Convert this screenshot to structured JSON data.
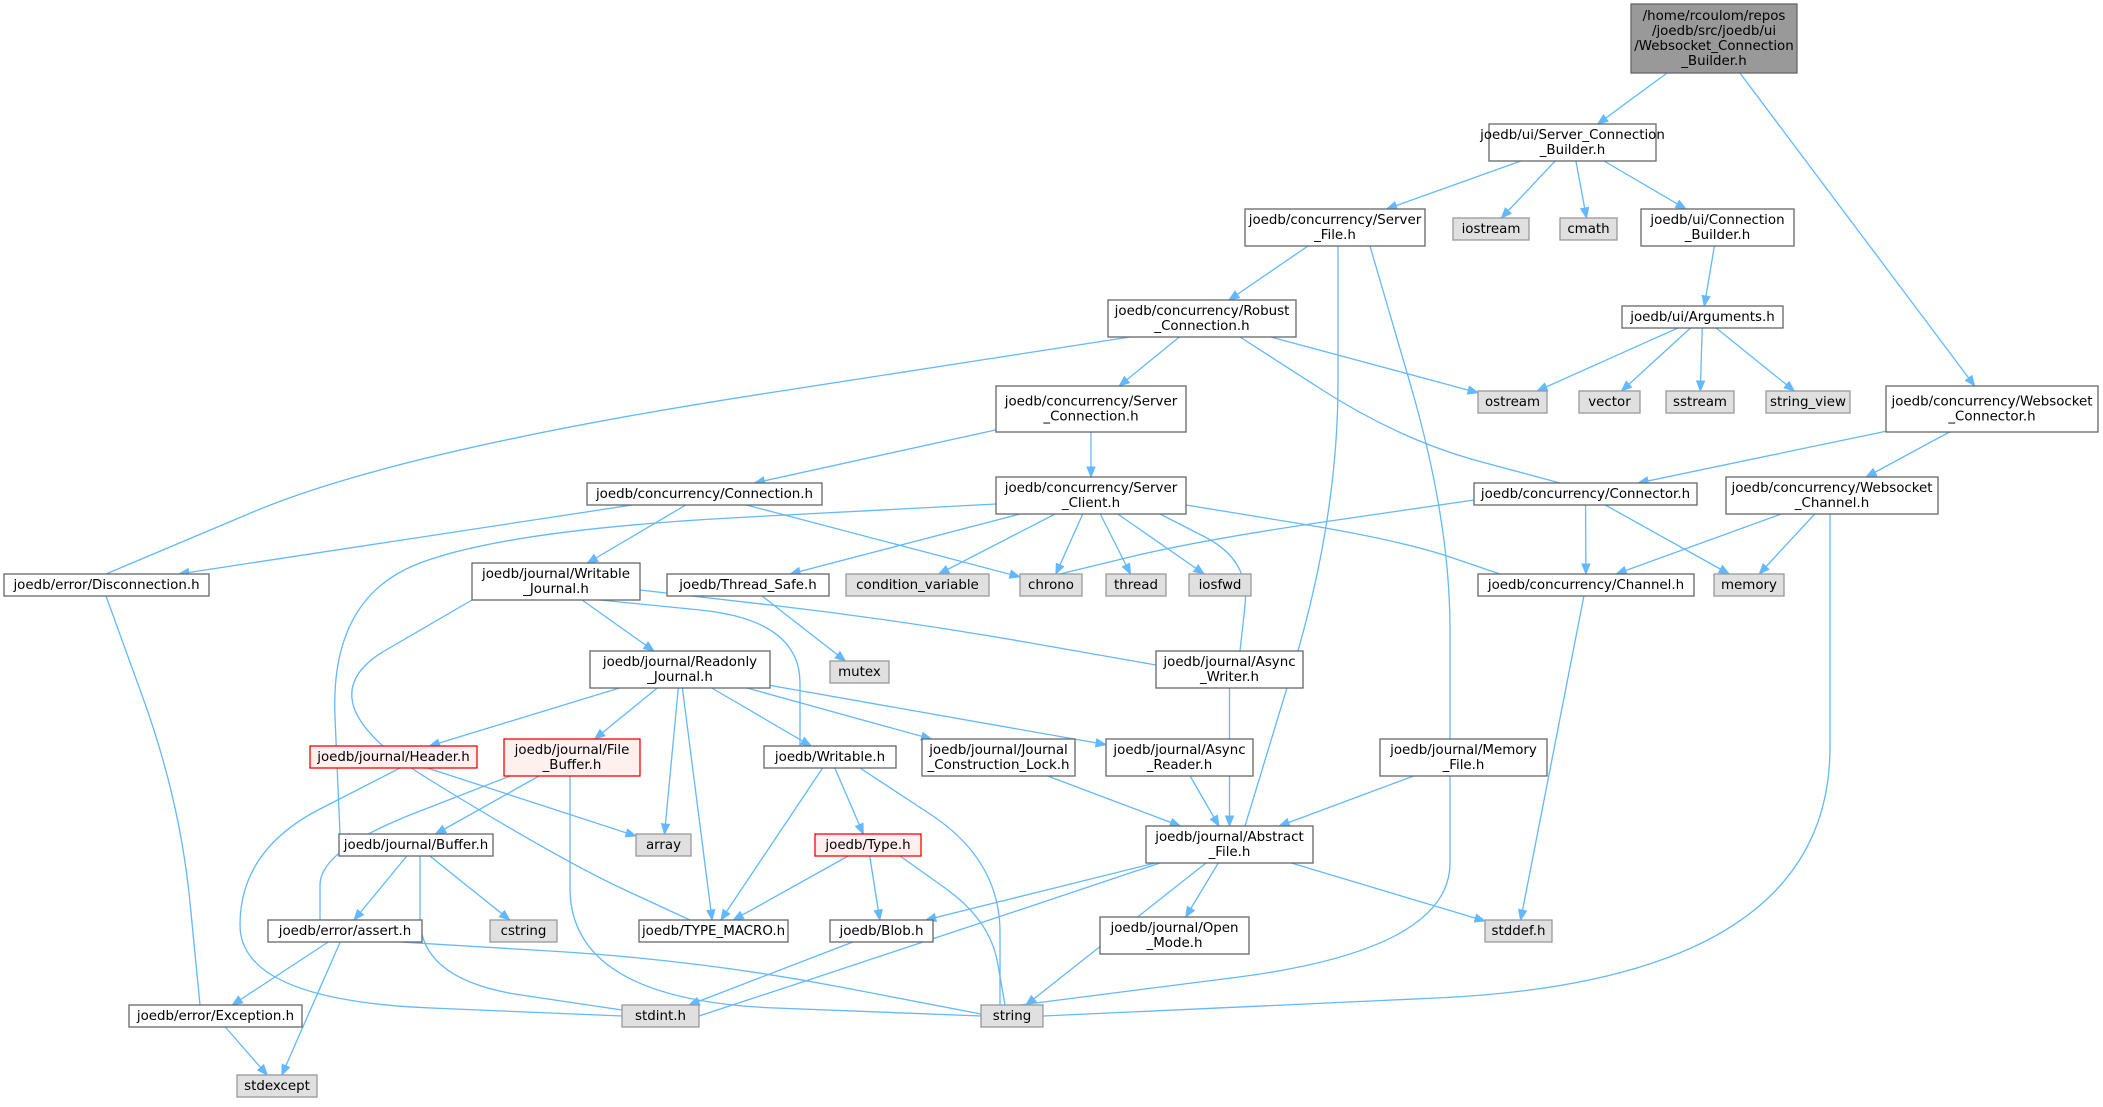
{
  "title": "/home/rcoulom/repos/joedb/src/joedb/ui/Websocket_Connection_Builder.h",
  "colors": {
    "root_fill": "#999999",
    "file_fill": "#ffffff",
    "system_fill": "#e0e0e0",
    "incomplete_fill": "#fff0f0",
    "incomplete_border": "#ff0000",
    "border": "#666666",
    "edge": "#63b8ff"
  },
  "nodes": [
    {
      "id": "root",
      "kind": "root",
      "lines": [
        "/home/rcoulom/repos",
        "/joedb/src/joedb/ui",
        "/Websocket_Connection",
        "_Builder.h"
      ]
    },
    {
      "id": "server_connection_builder",
      "kind": "file",
      "lines": [
        "joedb/ui/Server_Connection",
        "_Builder.h"
      ]
    },
    {
      "id": "websocket_connector",
      "kind": "file",
      "lines": [
        "joedb/concurrency/Websocket",
        "_Connector.h"
      ]
    },
    {
      "id": "server_file",
      "kind": "file",
      "lines": [
        "joedb/concurrency/Server",
        "_File.h"
      ]
    },
    {
      "id": "iostream",
      "kind": "system",
      "lines": [
        "iostream"
      ]
    },
    {
      "id": "cmath",
      "kind": "system",
      "lines": [
        "cmath"
      ]
    },
    {
      "id": "connection_builder",
      "kind": "file",
      "lines": [
        "joedb/ui/Connection",
        "_Builder.h"
      ]
    },
    {
      "id": "arguments",
      "kind": "file",
      "lines": [
        "joedb/ui/Arguments.h"
      ]
    },
    {
      "id": "robust_connection",
      "kind": "file",
      "lines": [
        "joedb/concurrency/Robust",
        "_Connection.h"
      ]
    },
    {
      "id": "ostream",
      "kind": "system",
      "lines": [
        "ostream"
      ]
    },
    {
      "id": "vector",
      "kind": "system",
      "lines": [
        "vector"
      ]
    },
    {
      "id": "sstream",
      "kind": "system",
      "lines": [
        "sstream"
      ]
    },
    {
      "id": "string_view",
      "kind": "system",
      "lines": [
        "string_view"
      ]
    },
    {
      "id": "server_connection",
      "kind": "file",
      "lines": [
        "joedb/concurrency/Server",
        "_Connection.h"
      ]
    },
    {
      "id": "connector",
      "kind": "file",
      "lines": [
        "joedb/concurrency/Connector.h"
      ]
    },
    {
      "id": "websocket_channel",
      "kind": "file",
      "lines": [
        "joedb/concurrency/Websocket",
        "_Channel.h"
      ]
    },
    {
      "id": "connection",
      "kind": "file",
      "lines": [
        "joedb/concurrency/Connection.h"
      ]
    },
    {
      "id": "server_client",
      "kind": "file",
      "lines": [
        "joedb/concurrency/Server",
        "_Client.h"
      ]
    },
    {
      "id": "disconnection",
      "kind": "file",
      "lines": [
        "joedb/error/Disconnection.h"
      ]
    },
    {
      "id": "writable_journal",
      "kind": "file",
      "lines": [
        "joedb/journal/Writable",
        "_Journal.h"
      ]
    },
    {
      "id": "thread_safe",
      "kind": "file",
      "lines": [
        "joedb/Thread_Safe.h"
      ]
    },
    {
      "id": "condition_variable",
      "kind": "system",
      "lines": [
        "condition_variable"
      ]
    },
    {
      "id": "chrono",
      "kind": "system",
      "lines": [
        "chrono"
      ]
    },
    {
      "id": "thread",
      "kind": "system",
      "lines": [
        "thread"
      ]
    },
    {
      "id": "iosfwd",
      "kind": "system",
      "lines": [
        "iosfwd"
      ]
    },
    {
      "id": "channel",
      "kind": "file",
      "lines": [
        "joedb/concurrency/Channel.h"
      ]
    },
    {
      "id": "memory",
      "kind": "system",
      "lines": [
        "memory"
      ]
    },
    {
      "id": "mutex",
      "kind": "system",
      "lines": [
        "mutex"
      ]
    },
    {
      "id": "readonly_journal",
      "kind": "file",
      "lines": [
        "joedb/journal/Readonly",
        "_Journal.h"
      ]
    },
    {
      "id": "async_writer",
      "kind": "file",
      "lines": [
        "joedb/journal/Async",
        "_Writer.h"
      ]
    },
    {
      "id": "header",
      "kind": "incomplete",
      "lines": [
        "joedb/journal/Header.h"
      ]
    },
    {
      "id": "file_buffer",
      "kind": "incomplete",
      "lines": [
        "joedb/journal/File",
        "_Buffer.h"
      ]
    },
    {
      "id": "writable",
      "kind": "file",
      "lines": [
        "joedb/Writable.h"
      ]
    },
    {
      "id": "construction_lock",
      "kind": "file",
      "lines": [
        "joedb/journal/Journal",
        "_Construction_Lock.h"
      ]
    },
    {
      "id": "async_reader",
      "kind": "file",
      "lines": [
        "joedb/journal/Async",
        "_Reader.h"
      ]
    },
    {
      "id": "memory_file",
      "kind": "file",
      "lines": [
        "joedb/journal/Memory",
        "_File.h"
      ]
    },
    {
      "id": "array",
      "kind": "system",
      "lines": [
        "array"
      ]
    },
    {
      "id": "buffer",
      "kind": "file",
      "lines": [
        "joedb/journal/Buffer.h"
      ]
    },
    {
      "id": "type",
      "kind": "incomplete",
      "lines": [
        "joedb/Type.h"
      ]
    },
    {
      "id": "abstract_file",
      "kind": "file",
      "lines": [
        "joedb/journal/Abstract",
        "_File.h"
      ]
    },
    {
      "id": "cstring",
      "kind": "system",
      "lines": [
        "cstring"
      ]
    },
    {
      "id": "assert",
      "kind": "file",
      "lines": [
        "joedb/error/assert.h"
      ]
    },
    {
      "id": "type_macro",
      "kind": "file",
      "lines": [
        "joedb/TYPE_MACRO.h"
      ]
    },
    {
      "id": "blob",
      "kind": "file",
      "lines": [
        "joedb/Blob.h"
      ]
    },
    {
      "id": "open_mode",
      "kind": "file",
      "lines": [
        "joedb/journal/Open",
        "_Mode.h"
      ]
    },
    {
      "id": "stddef",
      "kind": "system",
      "lines": [
        "stddef.h"
      ]
    },
    {
      "id": "exception",
      "kind": "file",
      "lines": [
        "joedb/error/Exception.h"
      ]
    },
    {
      "id": "stdint",
      "kind": "system",
      "lines": [
        "stdint.h"
      ]
    },
    {
      "id": "string",
      "kind": "system",
      "lines": [
        "string"
      ]
    },
    {
      "id": "stdexcept",
      "kind": "system",
      "lines": [
        "stdexcept"
      ]
    }
  ],
  "edges": [
    [
      "root",
      "server_connection_builder"
    ],
    [
      "root",
      "websocket_connector"
    ],
    [
      "server_connection_builder",
      "server_file"
    ],
    [
      "server_connection_builder",
      "iostream"
    ],
    [
      "server_connection_builder",
      "cmath"
    ],
    [
      "server_connection_builder",
      "connection_builder"
    ],
    [
      "connection_builder",
      "arguments"
    ],
    [
      "arguments",
      "ostream"
    ],
    [
      "arguments",
      "vector"
    ],
    [
      "arguments",
      "sstream"
    ],
    [
      "arguments",
      "string_view"
    ],
    [
      "server_file",
      "robust_connection"
    ],
    [
      "server_file",
      "abstract_file"
    ],
    [
      "server_file",
      "memory_file"
    ],
    [
      "robust_connection",
      "server_connection"
    ],
    [
      "robust_connection",
      "ostream"
    ],
    [
      "robust_connection",
      "connector"
    ],
    [
      "robust_connection",
      "disconnection"
    ],
    [
      "server_connection",
      "connection"
    ],
    [
      "server_connection",
      "server_client"
    ],
    [
      "websocket_connector",
      "connector"
    ],
    [
      "websocket_connector",
      "websocket_channel"
    ],
    [
      "websocket_channel",
      "channel"
    ],
    [
      "websocket_channel",
      "memory"
    ],
    [
      "websocket_channel",
      "string"
    ],
    [
      "connector",
      "chrono"
    ],
    [
      "connector",
      "channel"
    ],
    [
      "connector",
      "memory"
    ],
    [
      "connection",
      "disconnection"
    ],
    [
      "connection",
      "writable_journal"
    ],
    [
      "connection",
      "chrono"
    ],
    [
      "server_client",
      "buffer"
    ],
    [
      "server_client",
      "thread_safe"
    ],
    [
      "server_client",
      "condition_variable"
    ],
    [
      "server_client",
      "chrono"
    ],
    [
      "server_client",
      "thread"
    ],
    [
      "server_client",
      "iosfwd"
    ],
    [
      "server_client",
      "channel"
    ],
    [
      "server_client",
      "async_writer"
    ],
    [
      "thread_safe",
      "mutex"
    ],
    [
      "channel",
      "stddef"
    ],
    [
      "disconnection",
      "exception"
    ],
    [
      "writable_journal",
      "readonly_journal"
    ],
    [
      "writable_journal",
      "async_writer"
    ],
    [
      "writable_journal",
      "writable"
    ],
    [
      "writable_journal",
      "type_macro"
    ],
    [
      "readonly_journal",
      "header"
    ],
    [
      "readonly_journal",
      "file_buffer"
    ],
    [
      "readonly_journal",
      "array"
    ],
    [
      "readonly_journal",
      "type_macro"
    ],
    [
      "readonly_journal",
      "writable"
    ],
    [
      "readonly_journal",
      "construction_lock"
    ],
    [
      "readonly_journal",
      "async_reader"
    ],
    [
      "header",
      "array"
    ],
    [
      "header",
      "stdint"
    ],
    [
      "file_buffer",
      "buffer"
    ],
    [
      "file_buffer",
      "assert"
    ],
    [
      "file_buffer",
      "string"
    ],
    [
      "writable",
      "type"
    ],
    [
      "writable",
      "type_macro"
    ],
    [
      "writable",
      "string"
    ],
    [
      "type",
      "blob"
    ],
    [
      "type",
      "type_macro"
    ],
    [
      "type",
      "string"
    ],
    [
      "construction_lock",
      "abstract_file"
    ],
    [
      "async_reader",
      "abstract_file"
    ],
    [
      "async_writer",
      "abstract_file"
    ],
    [
      "memory_file",
      "abstract_file"
    ],
    [
      "memory_file",
      "string"
    ],
    [
      "abstract_file",
      "blob"
    ],
    [
      "abstract_file",
      "open_mode"
    ],
    [
      "abstract_file",
      "stddef"
    ],
    [
      "abstract_file",
      "stdint"
    ],
    [
      "abstract_file",
      "string"
    ],
    [
      "blob",
      "stdint"
    ],
    [
      "buffer",
      "cstring"
    ],
    [
      "buffer",
      "assert"
    ],
    [
      "buffer",
      "stdint"
    ],
    [
      "assert",
      "exception"
    ],
    [
      "assert",
      "stdexcept"
    ],
    [
      "assert",
      "string"
    ],
    [
      "exception",
      "stdexcept"
    ]
  ]
}
